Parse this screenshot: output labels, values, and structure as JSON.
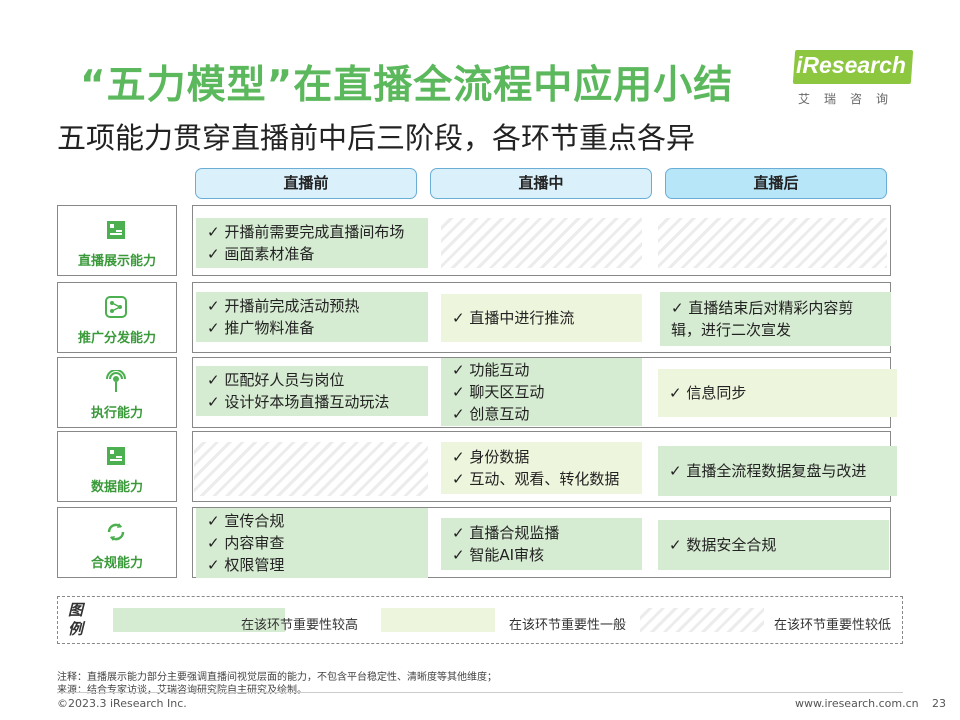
{
  "header": {
    "title": "“五力模型”在直播全流程中应用小结",
    "subtitle": "五项能力贯穿直播前中后三阶段，各环节重点各异",
    "logo_text": "iResearch",
    "logo_sub": "艾瑞咨询"
  },
  "columns": [
    "直播前",
    "直播中",
    "直播后"
  ],
  "rows": [
    {
      "label": "直播展示能力",
      "icon": "display-icon",
      "cells": [
        {
          "level": "high",
          "items": [
            "✓  开播前需要完成直播间布场",
            "✓  画面素材准备"
          ]
        },
        {
          "level": "low",
          "items": []
        },
        {
          "level": "low",
          "items": []
        }
      ]
    },
    {
      "label": "推广分发能力",
      "icon": "share-icon",
      "cells": [
        {
          "level": "high",
          "items": [
            "✓ 开播前完成活动预热",
            "✓ 推广物料准备"
          ]
        },
        {
          "level": "mid",
          "items": [
            "✓  直播中进行推流"
          ]
        },
        {
          "level": "high",
          "items": [
            "✓  直播结束后对精彩内容剪",
            "     辑，进行二次宣发"
          ]
        }
      ]
    },
    {
      "label": "执行能力",
      "icon": "broadcast-icon",
      "cells": [
        {
          "level": "high",
          "items": [
            "✓ 匹配好人员与岗位",
            "✓ 设计好本场直播互动玩法"
          ]
        },
        {
          "level": "high",
          "items": [
            "✓  功能互动",
            "✓  聊天区互动",
            "✓  创意互动"
          ]
        },
        {
          "level": "mid",
          "items": [
            "✓  信息同步"
          ]
        }
      ]
    },
    {
      "label": "数据能力",
      "icon": "data-icon",
      "cells": [
        {
          "level": "low",
          "items": []
        },
        {
          "level": "mid",
          "items": [
            "✓ 身份数据",
            "✓ 互动、观看、转化数据"
          ]
        },
        {
          "level": "high",
          "items": [
            "✓ 直播全流程数据复盘与改进"
          ]
        }
      ]
    },
    {
      "label": "合规能力",
      "icon": "refresh-icon",
      "cells": [
        {
          "level": "high",
          "items": [
            "✓ 宣传合规",
            "✓ 内容审查",
            "✓ 权限管理"
          ]
        },
        {
          "level": "high",
          "items": [
            "✓ 直播合规监播",
            "✓ 智能AI审核"
          ]
        },
        {
          "level": "high",
          "items": [
            "✓ 数据安全合规"
          ]
        }
      ]
    }
  ],
  "legend": {
    "title_line1": "图",
    "title_line2": "例",
    "high": "在该环节重要性较高",
    "mid": "在该环节重要性一般",
    "low": "在该环节重要性较低"
  },
  "notes": {
    "note": "注释：直播展示能力部分主要强调直播间视觉层面的能力，不包含平台稳定性、清晰度等其他维度；",
    "source": "来源：结合专家访谈，艾瑞咨询研究院自主研究及绘制。"
  },
  "footer": {
    "copyright": "©2023.3 iResearch Inc.",
    "url": "www.iresearch.com.cn",
    "page": "23"
  },
  "colors": {
    "title": "#5cb85c",
    "high": "#d6ecd2",
    "mid": "#eef5dd",
    "label": "#3a9a3a"
  }
}
